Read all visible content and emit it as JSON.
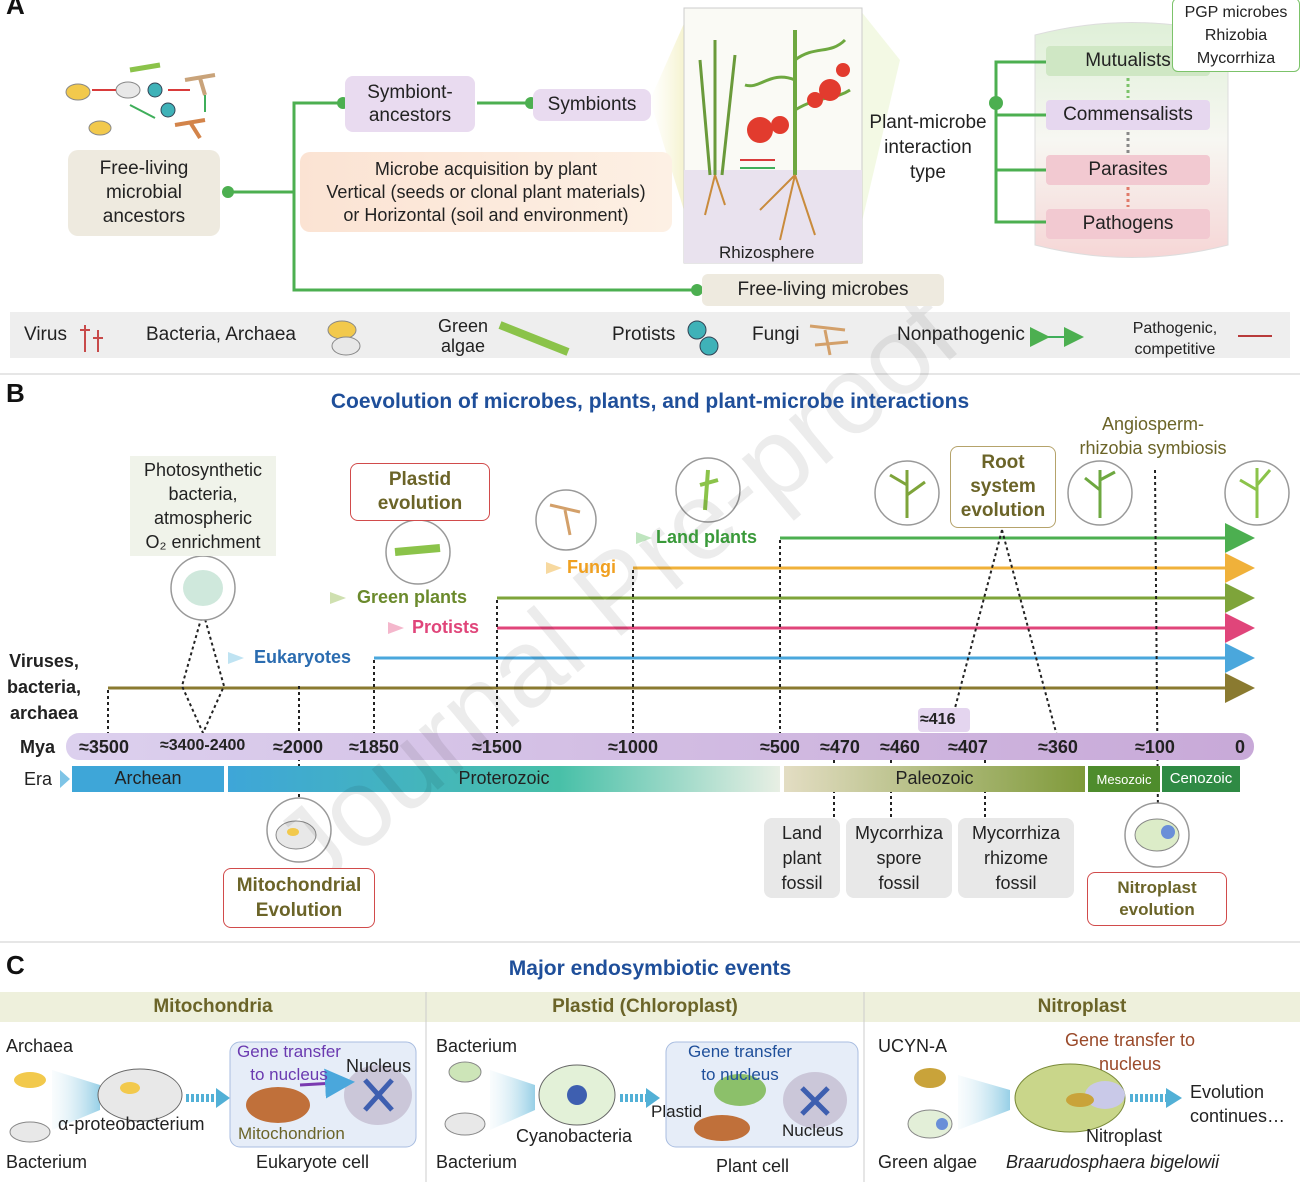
{
  "panelA": {
    "letter": "A",
    "free_living_ancestors": "Free-living\nmicrobial\nancestors",
    "symbiont_ancestors": "Symbiont-\nancestors",
    "symbionts": "Symbionts",
    "acquisition": "Microbe acquisition by plant\nVertical (seeds or clonal plant materials)\nor Horizontal (soil and environment)",
    "rhizosphere": "Rhizosphere",
    "free_living_microbes": "Free-living microbes",
    "interaction_type": "Plant-microbe\ninteraction\ntype",
    "mutualists": "Mutualists",
    "commensalists": "Commensalists",
    "parasites": "Parasites",
    "pathogens": "Pathogens",
    "mutualist_examples": "PGP microbes\nRhizobia\nMycorrhiza",
    "legend": {
      "virus": "Virus",
      "bacteria": "Bacteria, Archaea",
      "green_algae": "Green\nalgae",
      "protists": "Protists",
      "fungi": "Fungi",
      "nonpathogenic": "Nonpathogenic",
      "pathogenic": "Pathogenic,\ncompetitive"
    }
  },
  "panelB": {
    "letter": "B",
    "title": "Coevolution of microbes, plants, and plant-microbe interactions",
    "photosynthetic": "Photosynthetic\nbacteria,\natmospheric\nO₂ enrichment",
    "plastid_evolution": "Plastid\nevolution",
    "root_system": "Root\nsystem\nevolution",
    "angiosperm": "Angiosperm-\nrhizobia symbiosis",
    "lineages": {
      "viruses": "Viruses,\nbacteria,\narchaea",
      "eukaryotes": "Eukaryotes",
      "protists": "Protists",
      "green_plants": "Green plants",
      "fungi": "Fungi",
      "land_plants": "Land plants"
    },
    "mya_label": "Mya",
    "era_label": "Era",
    "ticks": [
      "≈3500",
      "≈3400-2400",
      "≈2000",
      "≈1850",
      "≈1500",
      "≈1000",
      "≈500",
      "≈470",
      "≈460",
      "≈407",
      "≈360",
      "≈100",
      "0"
    ],
    "tick_416": "≈416",
    "eras": [
      "Archean",
      "Proterozoic",
      "Paleozoic",
      "Mesozoic",
      "Cenozoic"
    ],
    "mito_evolution": "Mitochondrial\nEvolution",
    "land_plant_fossil": "Land\nplant\nfossil",
    "myco_spore": "Mycorrhiza\nspore\nfossil",
    "myco_rhizome": "Mycorrhiza\nrhizome\nfossil",
    "nitroplast_evolution": "Nitroplast\nevolution"
  },
  "panelC": {
    "letter": "C",
    "title": "Major endosymbiotic events",
    "mito": {
      "header": "Mitochondria",
      "archaea": "Archaea",
      "bacterium": "Bacterium",
      "alpha": "α-proteobacterium",
      "gene_transfer": "Gene transfer\nto nucleus",
      "nucleus": "Nucleus",
      "mitochondrion": "Mitochondrion",
      "cell": "Eukaryote cell"
    },
    "plastid": {
      "header": "Plastid (Chloroplast)",
      "bacterium1": "Bacterium",
      "bacterium2": "Bacterium",
      "cyanobacteria": "Cyanobacteria",
      "gene_transfer": "Gene transfer\nto nucleus",
      "plastid": "Plastid",
      "nucleus": "Nucleus",
      "cell": "Plant cell"
    },
    "nitro": {
      "header": "Nitroplast",
      "ucyn": "UCYN-A",
      "gene_transfer": "Gene transfer to\nnucleus",
      "nitroplast": "Nitroplast",
      "evolution": "Evolution\ncontinues…",
      "green_algae": "Green algae",
      "species": "Braarudosphaera bigelowii"
    }
  },
  "watermark": "Journal Pre-proof"
}
